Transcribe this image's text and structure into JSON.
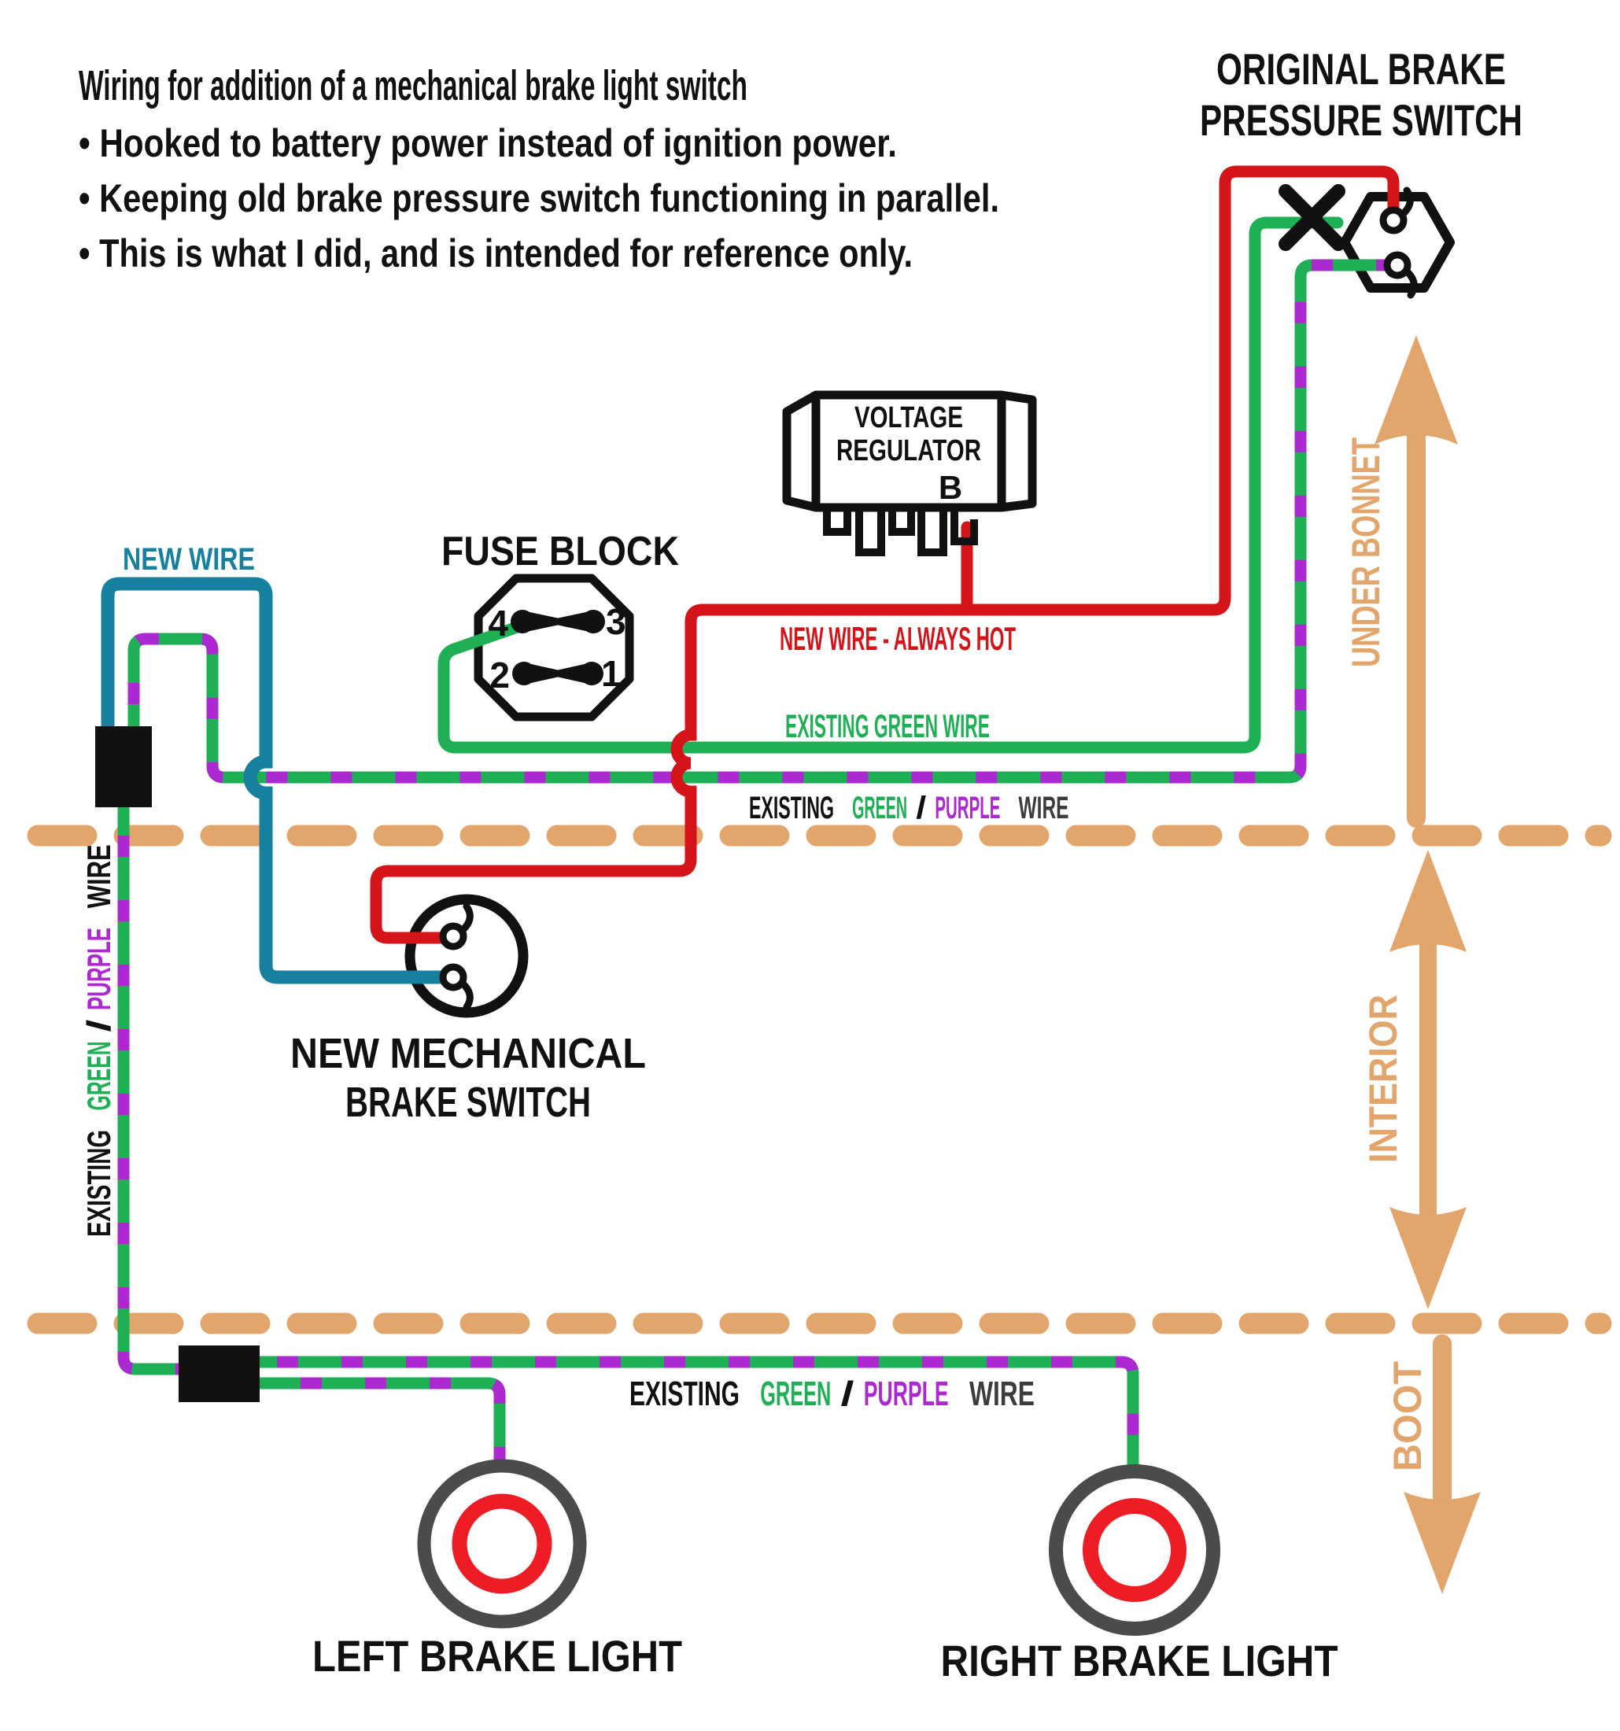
{
  "annotation": {
    "title": "Wiring for addition of a mechanical brake light switch",
    "bullets": [
      "• Hooked to battery power instead of ignition power.",
      "• Keeping old brake pressure switch functioning in parallel.",
      "• This is what I did, and is intended for reference only."
    ]
  },
  "components": {
    "original_switch": {
      "line1": "ORIGINAL BRAKE",
      "line2": "PRESSURE SWITCH"
    },
    "voltage_regulator": {
      "line1": "VOLTAGE",
      "line2": "REGULATOR",
      "terminal": "B"
    },
    "fuse_block": {
      "title": "FUSE BLOCK",
      "terminals": [
        "4",
        "3",
        "2",
        "1"
      ]
    },
    "new_switch": {
      "line1": "NEW MECHANICAL",
      "line2": "BRAKE SWITCH"
    },
    "left_light": "LEFT BRAKE LIGHT",
    "right_light": "RIGHT BRAKE LIGHT"
  },
  "wire_labels": {
    "new_wire": "NEW WIRE",
    "always_hot": "NEW WIRE - ALWAYS HOT",
    "existing_green": "EXISTING GREEN WIRE",
    "green_purple": {
      "existing": "EXISTING",
      "green": "GREEN",
      "slash": "/",
      "purple": "PURPLE",
      "wire": "WIRE"
    }
  },
  "zones": {
    "under_bonnet": "UNDER BONNET",
    "interior": "INTERIOR",
    "boot": "BOOT"
  },
  "colors": {
    "red": "#d41418",
    "green": "#1fb055",
    "purple": "#ac29d2",
    "teal": "#17809f",
    "tan": "#e2a56b",
    "ink": "#111111",
    "wire_word_gray": "#3c3c3c",
    "ring_gray": "#4b4b4b",
    "ring_red": "#ee1c24"
  }
}
